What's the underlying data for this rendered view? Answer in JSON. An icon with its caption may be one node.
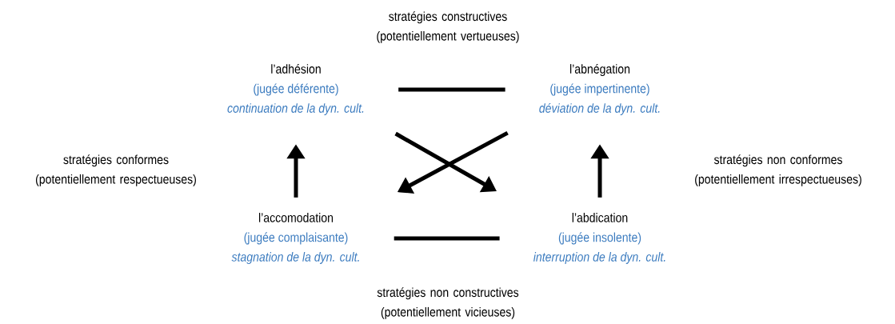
{
  "diagram": {
    "nodes": [
      {
        "text": [
          "l’adhésion",
          "(jugée déférente)",
          "continuation de la dyn. cult."
        ]
      },
      {
        "text": [
          "l’abnégation",
          "(jugée impertinente)",
          "déviation de la dyn. cult."
        ]
      },
      {
        "text": [
          "l’accomodation",
          "(jugée complaisante)",
          "stagnation de la dyn. cult."
        ]
      },
      {
        "text": [
          "l’abdication",
          "(jugée insolente)",
          "interruption de la dyn. cult."
        ]
      }
    ],
    "edges": [
      {
        "from": 0,
        "to": 1,
        "arrow": "none"
      },
      {
        "from": 2,
        "to": 0,
        "arrow": "to"
      },
      {
        "from": 0,
        "to": 3,
        "arrow": "to"
      },
      {
        "from": 1,
        "to": 2,
        "arrow": "to"
      },
      {
        "from": 3,
        "to": 1,
        "arrow": "to"
      },
      {
        "from": 2,
        "to": 3,
        "arrow": "none"
      }
    ],
    "labels": [
      "stratégies constructives (potentiellement vertueuses)",
      "stratégies conformes (potentiellement respectueuses)",
      "stratégies non conformes (potentiellement irrespectueuses)",
      "stratégies non constructives (potentiellement vicieuses)"
    ]
  }
}
